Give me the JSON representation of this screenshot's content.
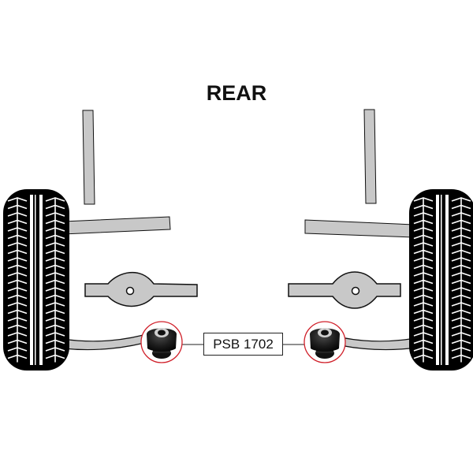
{
  "diagram": {
    "title": "REAR",
    "part_number": "PSB 1702",
    "colors": {
      "part_fill": "#c8c8c8",
      "outline": "#111111",
      "tyre": "#000000",
      "highlight_ring": "#d0202a",
      "bush_body": "#1a1a1a",
      "bush_sleeve": "#cfcfcf"
    },
    "components": [
      {
        "name": "left-tyre",
        "icon": "tyre-icon"
      },
      {
        "name": "right-tyre",
        "icon": "tyre-icon"
      },
      {
        "name": "left-upright-link"
      },
      {
        "name": "right-upright-link"
      },
      {
        "name": "left-upper-arm"
      },
      {
        "name": "right-upper-arm"
      },
      {
        "name": "left-hub-carrier"
      },
      {
        "name": "right-hub-carrier"
      },
      {
        "name": "left-lower-arm"
      },
      {
        "name": "right-lower-arm"
      },
      {
        "name": "left-bush-highlight",
        "icon": "bush-icon"
      },
      {
        "name": "right-bush-highlight",
        "icon": "bush-icon"
      }
    ]
  }
}
